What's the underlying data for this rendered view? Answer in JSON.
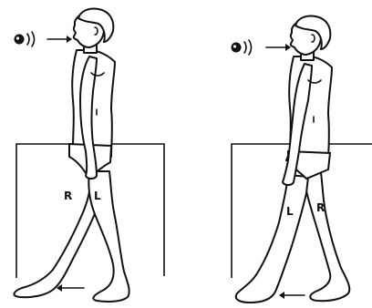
{
  "figures": [
    {
      "leg_labels": {
        "first": "R",
        "second": "L"
      }
    },
    {
      "leg_labels": {
        "first": "L",
        "second": "R"
      }
    }
  ],
  "icons": [
    "sound-wave-icon",
    "direction-arrow-icon"
  ]
}
